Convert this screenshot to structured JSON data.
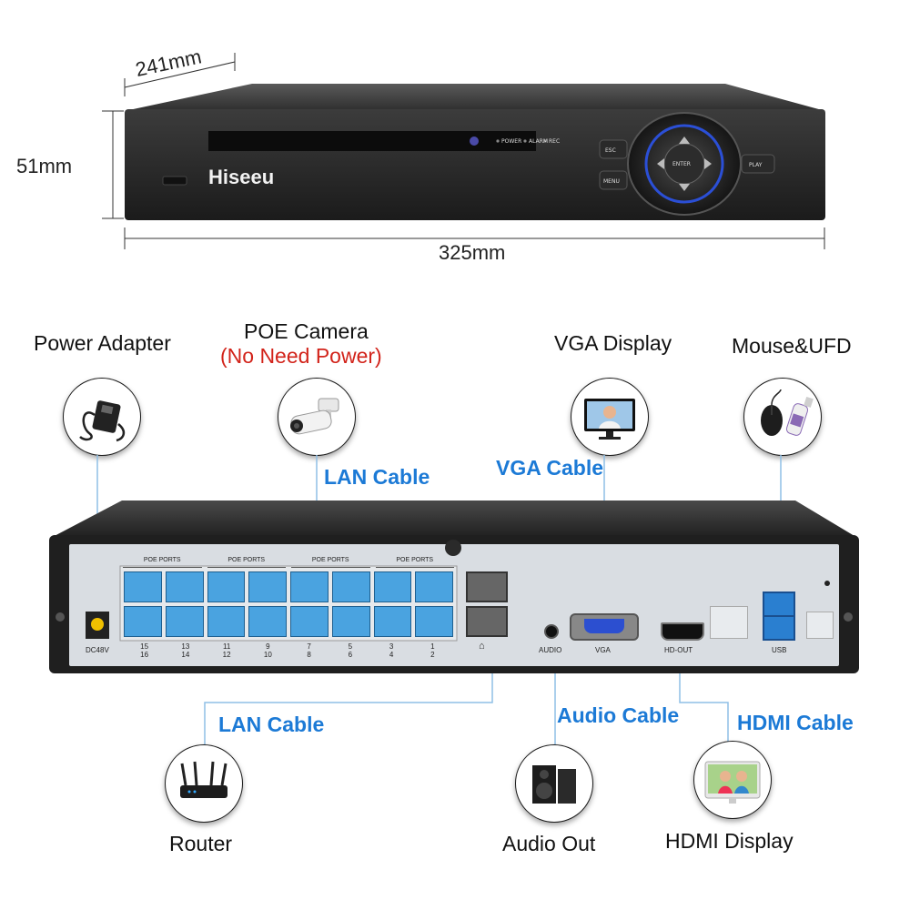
{
  "dimensions": {
    "depth": "241mm",
    "height": "51mm",
    "width": "325mm"
  },
  "front_panel": {
    "brand": "Hiseeu",
    "indicators": [
      "POWER",
      "ALARM",
      "REC"
    ],
    "buttons": {
      "esc": "ESC",
      "menu": "MENU",
      "enter": "ENTER",
      "play": "PLAY"
    }
  },
  "devices": {
    "power_adapter": "Power Adapter",
    "poe_camera": "POE Camera",
    "poe_camera_note": "(No Need Power)",
    "vga_display": "VGA Display",
    "mouse_ufd": "Mouse&UFD",
    "router": "Router",
    "audio_out": "Audio Out",
    "hdmi_display": "HDMI Display"
  },
  "cables": {
    "lan_top": "LAN Cable",
    "vga": "VGA Cable",
    "lan_bottom": "LAN Cable",
    "audio": "Audio Cable",
    "hdmi": "HDMI Cable"
  },
  "rear_panel": {
    "poe_group_label": "POE PORTS",
    "power_port": "DC48V",
    "audio_port": "AUDIO",
    "vga_port": "VGA",
    "hdmi_port": "HD-OUT",
    "usb_port": "USB",
    "port_numbers_top": [
      "15",
      "13",
      "11",
      "9",
      "7",
      "5",
      "3",
      "1"
    ],
    "port_numbers_bottom": [
      "16",
      "14",
      "12",
      "10",
      "8",
      "6",
      "4",
      "2"
    ]
  },
  "colors": {
    "cable_text": "#1c7ad6",
    "note_text": "#d2231a",
    "port_blue": "#4aa3e0",
    "panel": "#d9dde2",
    "chassis": "#2b2b2b"
  }
}
